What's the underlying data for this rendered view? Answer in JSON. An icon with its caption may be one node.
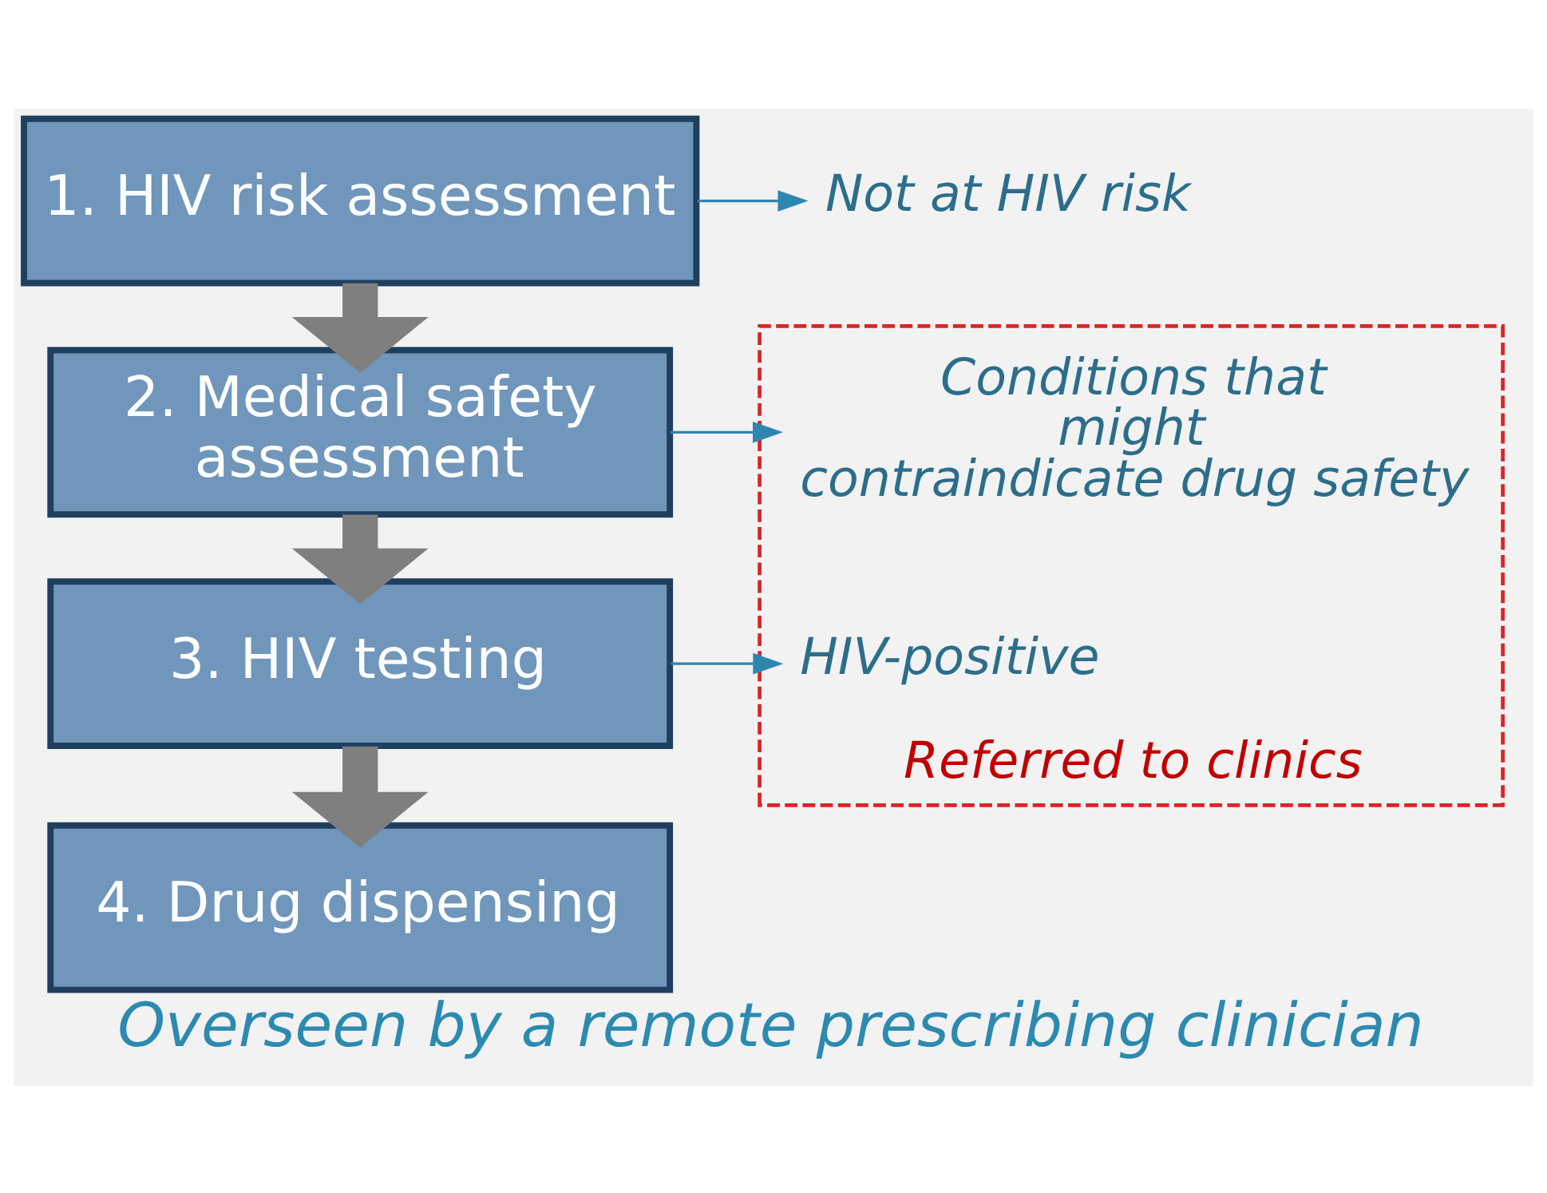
{
  "diagram": {
    "caption": "Overseen by a remote prescribing clinician",
    "nodes": [
      {
        "text": [
          "1. HIV risk assessment"
        ]
      },
      {
        "text": [
          "2. Medical safety assessment"
        ]
      },
      {
        "text": [
          "3. HIV testing"
        ]
      },
      {
        "text": [
          "4. Drug dispensing"
        ]
      },
      {
        "text": [
          "Not at HIV risk"
        ]
      },
      {
        "text": [
          "Referred to clinics"
        ]
      },
      {
        "text": [
          "Conditions that might contraindicate drug safety"
        ],
        "in": 5
      },
      {
        "text": [
          "HIV-positive"
        ],
        "in": 5
      }
    ],
    "edges": [
      {
        "from": 0,
        "to": 1,
        "arrow": "to",
        "style": "thick",
        "color": "#7f7f7f"
      },
      {
        "from": 1,
        "to": 2,
        "arrow": "to",
        "style": "thick",
        "color": "#7f7f7f"
      },
      {
        "from": 2,
        "to": 3,
        "arrow": "to",
        "style": "thick",
        "color": "#7f7f7f"
      },
      {
        "from": 0,
        "to": 4,
        "arrow": "to"
      },
      {
        "from": 1,
        "to": 6,
        "arrow": "to"
      },
      {
        "from": 2,
        "to": 7,
        "arrow": "to"
      }
    ]
  }
}
